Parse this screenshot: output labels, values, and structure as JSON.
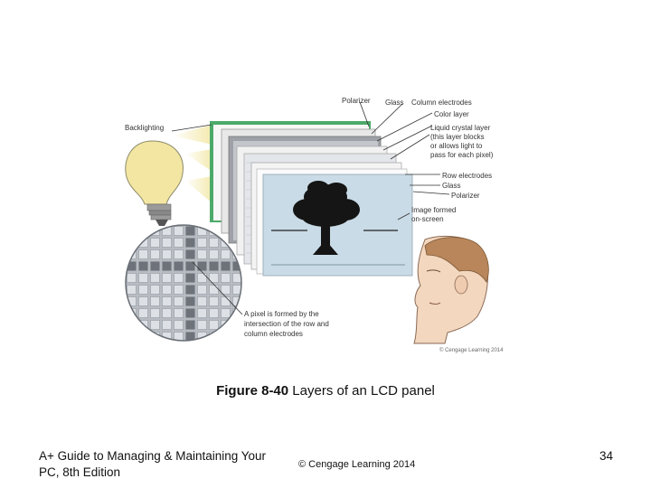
{
  "figure": {
    "labels": {
      "backlighting": "Backlighting",
      "polarizer_top": "Polarizer",
      "glass_top": "Glass",
      "column_electrodes": "Column electrodes",
      "color_layer": "Color layer",
      "lc_1": "Liquid crystal layer",
      "lc_2": "(this layer blocks",
      "lc_3": "or allows light to",
      "lc_4": "pass for each pixel)",
      "row_electrodes": "Row electrodes",
      "glass_bottom": "Glass",
      "polarizer_bottom": "Polarizer",
      "image_1": "Image formed",
      "image_2": "on-screen",
      "pixel_1": "A pixel is formed by the",
      "pixel_2": "intersection of the row and",
      "pixel_3": "column electrodes",
      "credit": "© Cengage Learning 2014"
    },
    "colors": {
      "green_layer": "#4caa6a",
      "panel_screen": "#c9dbe6",
      "bulb": "#f2e6a2"
    }
  },
  "caption": {
    "label": "Figure 8-40",
    "text": " Layers of an LCD panel"
  },
  "footer": {
    "left_line1": "A+ Guide to Managing & Maintaining Your",
    "left_line2": "PC, 8th Edition",
    "center": "© Cengage Learning  2014",
    "page_number": "34"
  }
}
